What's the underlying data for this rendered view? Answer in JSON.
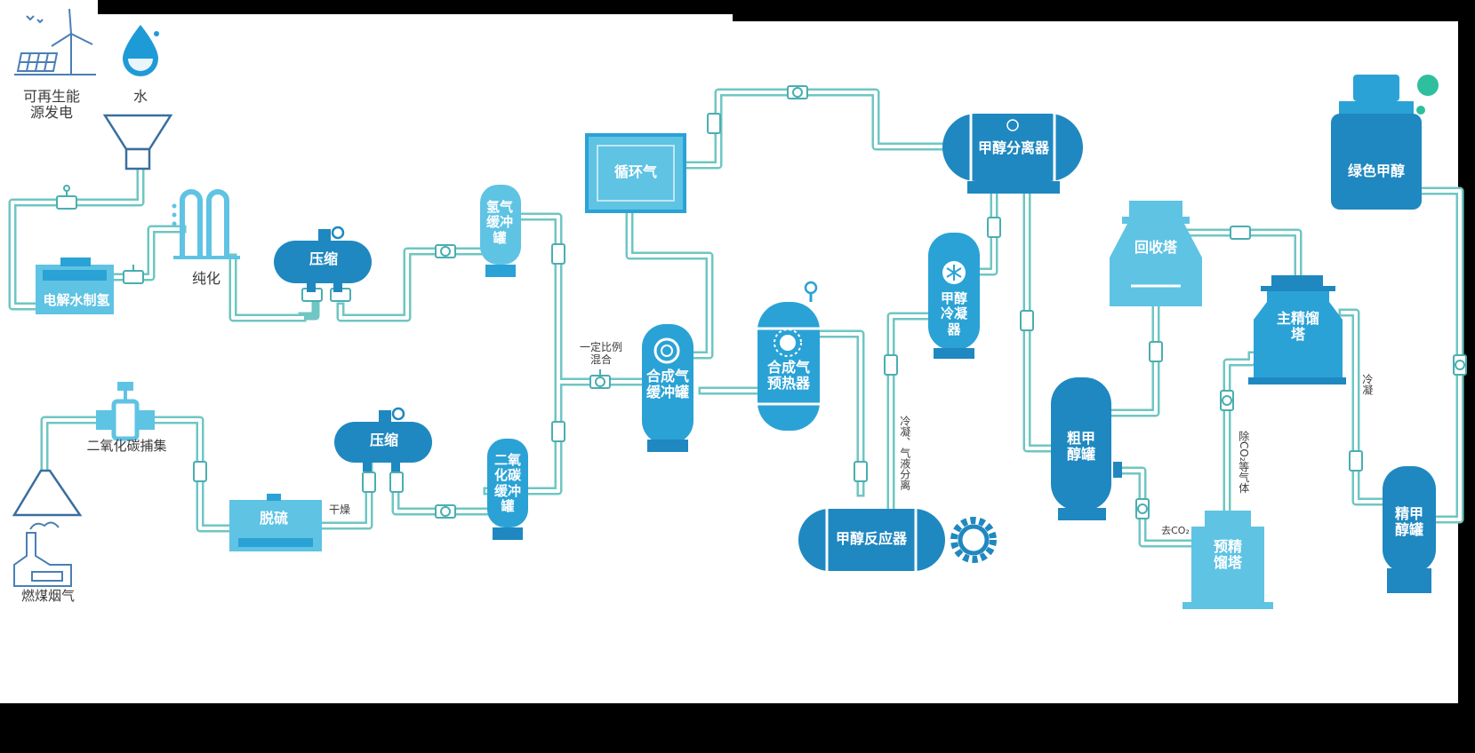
{
  "diagram": {
    "sources": {
      "renewable_power": "可再生能源发电",
      "water": "水",
      "coal_flue_gas": "燃煤烟气"
    },
    "units": {
      "electrolysis": "电解水制氢",
      "purification": "纯化",
      "compress_h2": "压缩",
      "h2_buffer": "氢气缓冲罐",
      "co2_capture": "二氧化碳捕集",
      "desulfurization": "脱硫",
      "drying": "干燥",
      "compress_co2": "压缩",
      "co2_buffer": "二氧化碳缓冲罐",
      "mixing": "一定比例混合",
      "recycle_gas": "循环气",
      "syngas_buffer": "合成气缓冲罐",
      "syngas_preheater": "合成气预热器",
      "methanol_separator": "甲醇分离器",
      "methanol_condenser": "甲醇冷凝器",
      "condense_separate": "冷凝、气液分离",
      "methanol_reactor": "甲醇反应器",
      "recovery_tower": "回收塔",
      "crude_methanol_tank": "粗甲醇罐",
      "remove_co2": "去CO₂",
      "remove_co2_gases": "除CO₂等气体",
      "pre_distillation_tower": "预精馏塔",
      "main_distillation_tower": "主精馏塔",
      "cooling": "冷凝",
      "refined_methanol_tank": "精甲醇罐",
      "green_methanol": "绿色甲醇"
    },
    "colors": {
      "background": "#ffffff",
      "pipe_outer": "#6fc6c3",
      "pipe_inner": "#ffffff",
      "light_blue": "#5fc3e4",
      "medium_blue": "#2aa2d6",
      "dark_blue": "#1f88c0",
      "teal_dot": "#2fbf9f"
    },
    "icons": [
      "wind-turbine-solar-icon",
      "water-drop-icon",
      "factory-icon",
      "gear-icon",
      "snowflake-icon",
      "fan-icon",
      "valve-icon",
      "gauge-icon"
    ]
  }
}
